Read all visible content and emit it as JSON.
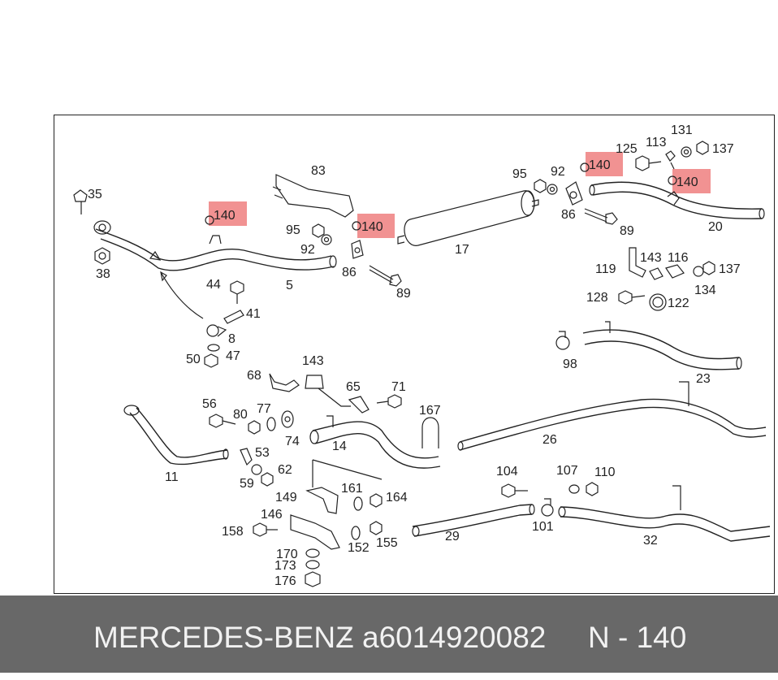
{
  "diagram": {
    "highlight_color": "#ef7f7f",
    "highlighted_part": "140",
    "labels": {
      "l35": "35",
      "l38": "38",
      "l5": "5",
      "l140a": "140",
      "l83": "83",
      "l95a": "95",
      "l92a": "92",
      "l140b": "140",
      "l86a": "86",
      "l89a": "89",
      "l17": "17",
      "l95b": "95",
      "l92b": "92",
      "l140c": "140",
      "l86b": "86",
      "l89b": "89",
      "l125": "125",
      "l113": "113",
      "l131": "131",
      "l137a": "137",
      "l140d": "140",
      "l20": "20",
      "l44": "44",
      "l41": "41",
      "l8": "8",
      "l50": "50",
      "l47": "47",
      "l143a": "143",
      "l116": "116",
      "l119": "119",
      "l137b": "137",
      "l134": "134",
      "l128": "128",
      "l122": "122",
      "l98": "98",
      "l23": "23",
      "l68": "68",
      "l143b": "143",
      "l65": "65",
      "l71": "71",
      "l56": "56",
      "l80": "80",
      "l77": "77",
      "l74": "74",
      "l14": "14",
      "l167": "167",
      "l26": "26",
      "l53": "53",
      "l62": "62",
      "l59": "59",
      "l11": "11",
      "l149": "149",
      "l161": "161",
      "l164": "164",
      "l146": "146",
      "l158": "158",
      "l152": "152",
      "l155": "155",
      "l170": "170",
      "l173": "173",
      "l176": "176",
      "l104": "104",
      "l107": "107",
      "l110": "110",
      "l101": "101",
      "l29": "29",
      "l32": "32"
    }
  },
  "footer": {
    "brand": "MERCEDES-BENZ",
    "separator": "-",
    "part_number": "a6014920082",
    "reference": "N - 140",
    "background": "#686868",
    "text_color": "#f2f2f2"
  }
}
